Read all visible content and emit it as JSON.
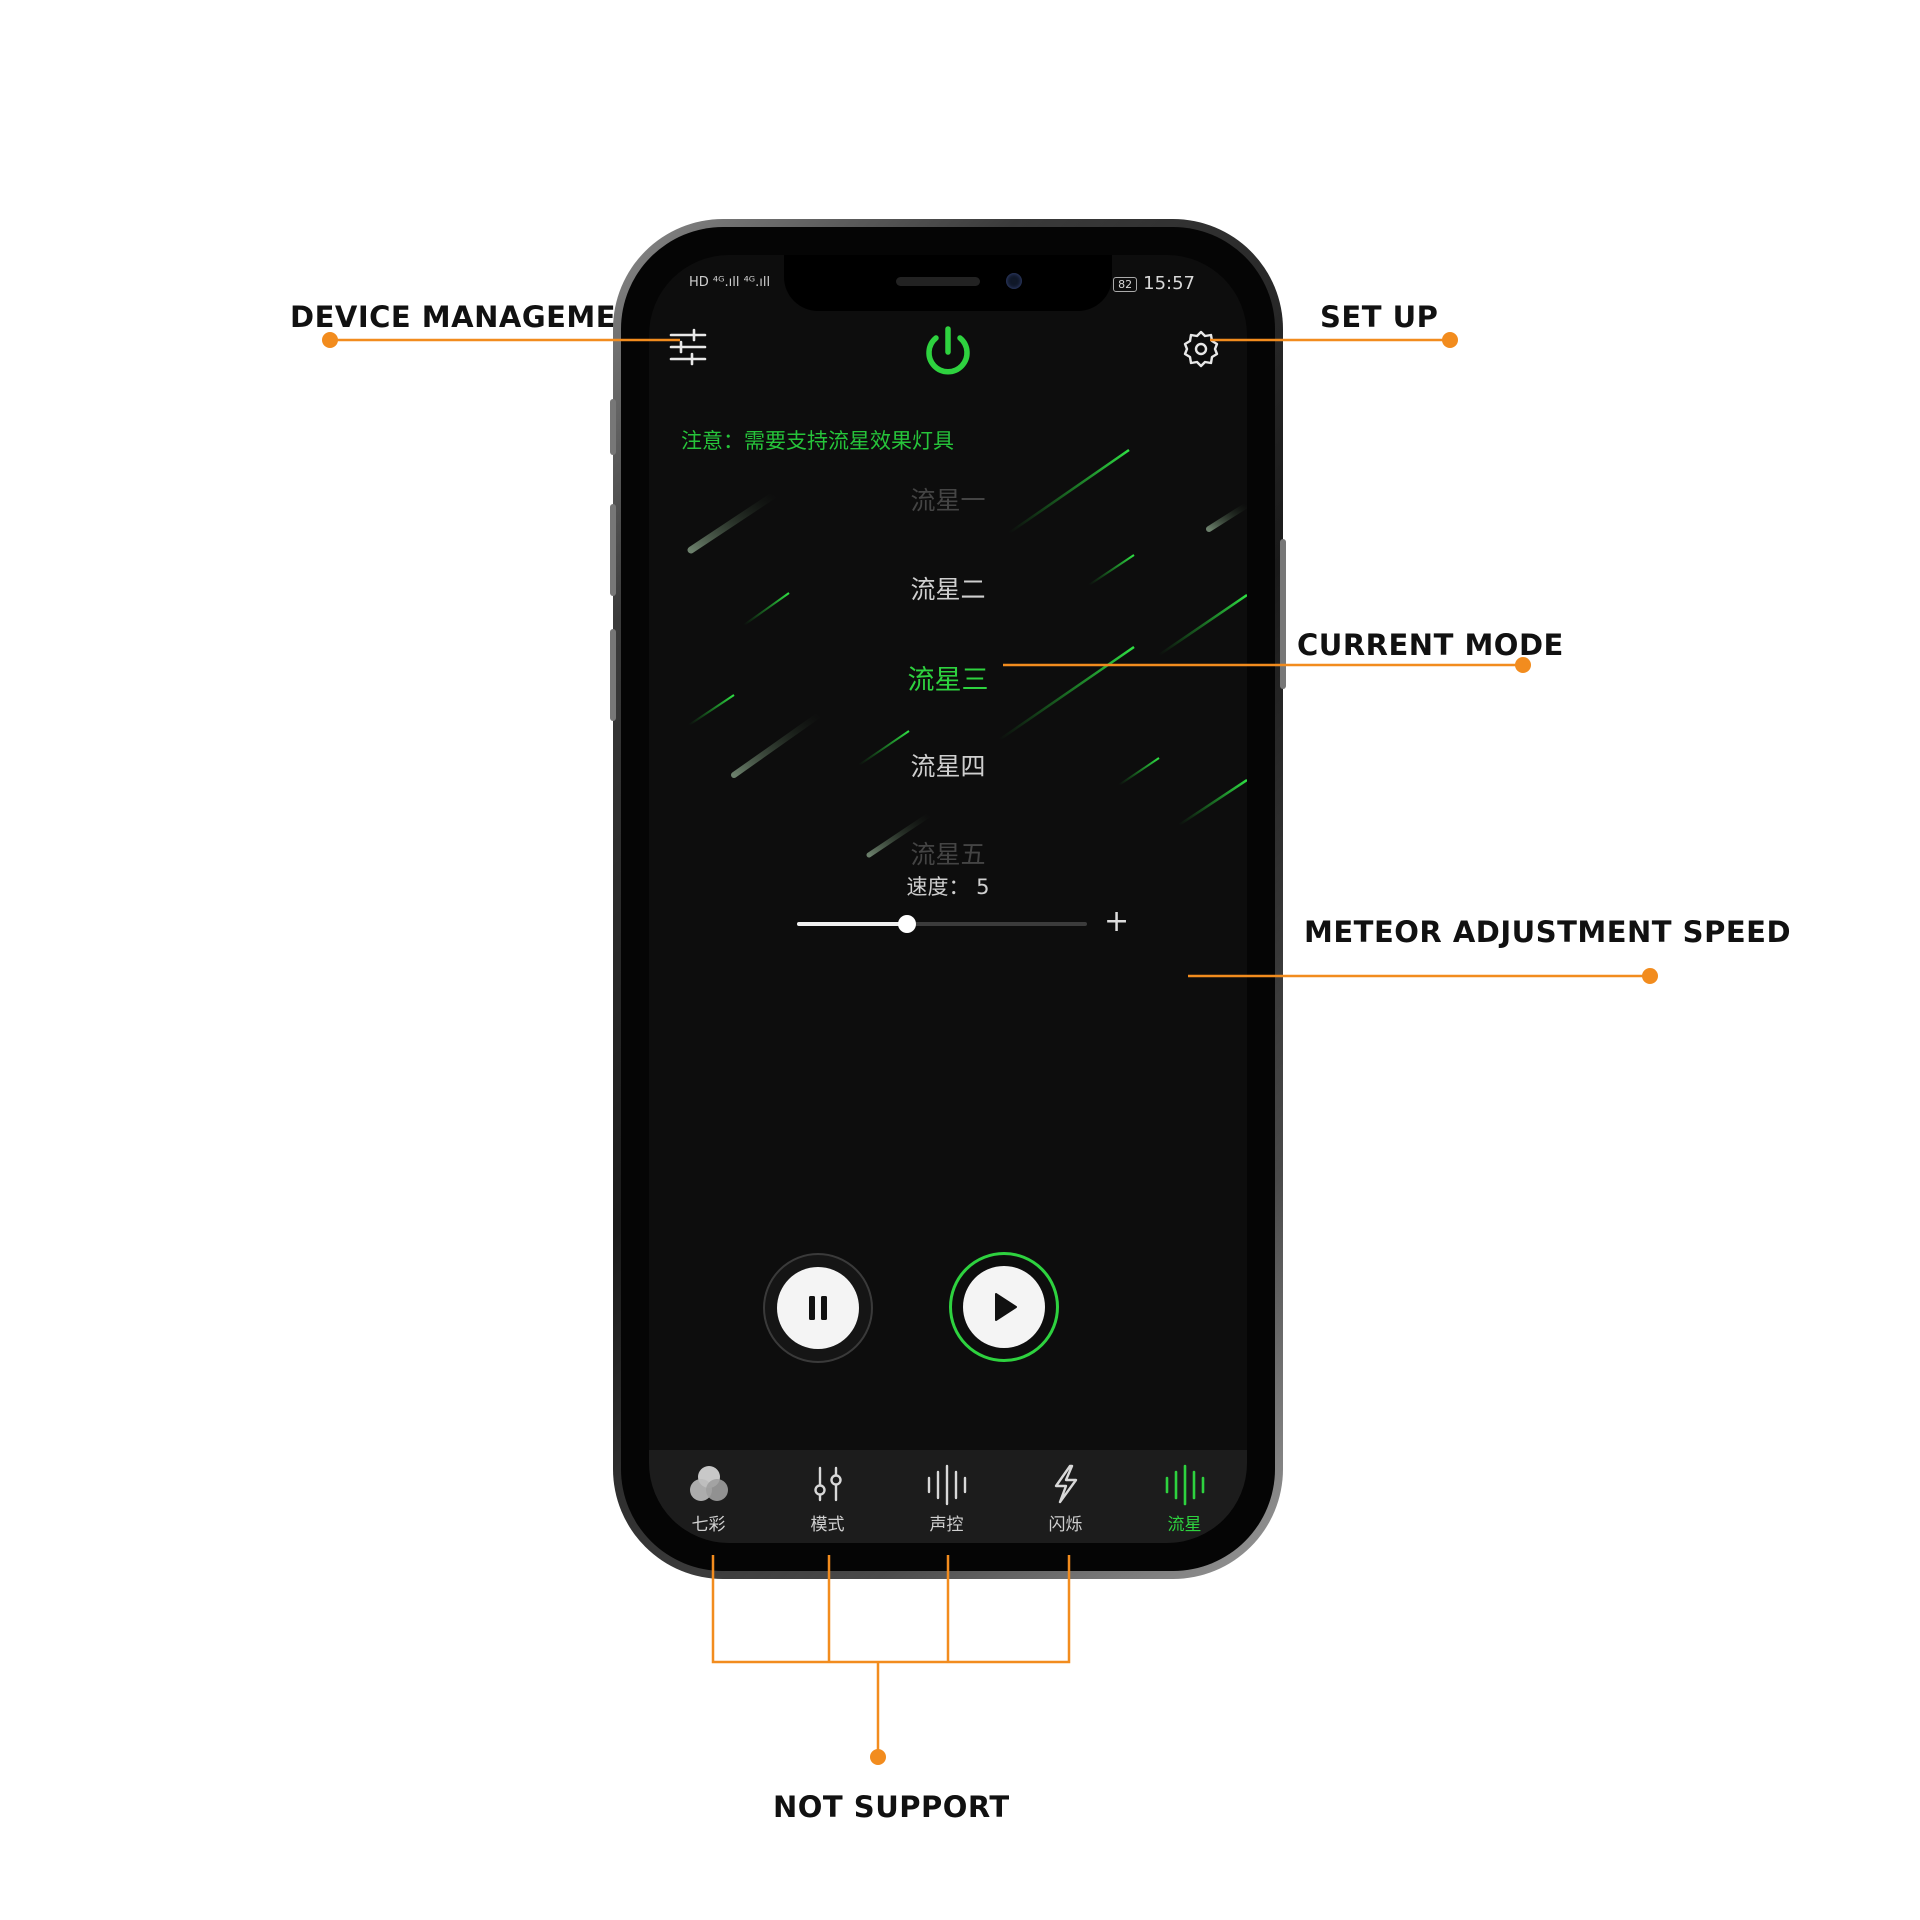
{
  "callouts": {
    "device_management": "DEVICE MANAGEMENT",
    "set_up": "SET UP",
    "current_mode": "CURRENT MODE",
    "meteor_speed": "METEOR ADJUSTMENT SPEED",
    "not_support": "NOT SUPPORT"
  },
  "status_bar": {
    "left": "HD ⁴ᴳ.ıll ⁴ᴳ.ıll",
    "battery": "82",
    "time": "15:57"
  },
  "header": {
    "menu_icon": "sliders-icon",
    "power_icon": "power-icon",
    "settings_icon": "gear-icon",
    "accent": "#2ed23f"
  },
  "notice": "注意：需要支持流星效果灯具",
  "modes": [
    "流星一",
    "流星二",
    "流星三",
    "流星四",
    "流星五"
  ],
  "current_mode_index": 2,
  "speed": {
    "label": "速度：",
    "value": "5",
    "fraction": 0.38,
    "plus": "+"
  },
  "controls": {
    "pause_icon": "pause-icon",
    "play_icon": "play-icon"
  },
  "tabs": [
    {
      "label": "七彩",
      "icon": "color-circles-icon"
    },
    {
      "label": "模式",
      "icon": "mode-sliders-icon"
    },
    {
      "label": "声控",
      "icon": "sound-wave-icon"
    },
    {
      "label": "闪烁",
      "icon": "lightning-icon"
    },
    {
      "label": "流星",
      "icon": "meteor-wave-icon"
    }
  ],
  "active_tab_index": 4
}
